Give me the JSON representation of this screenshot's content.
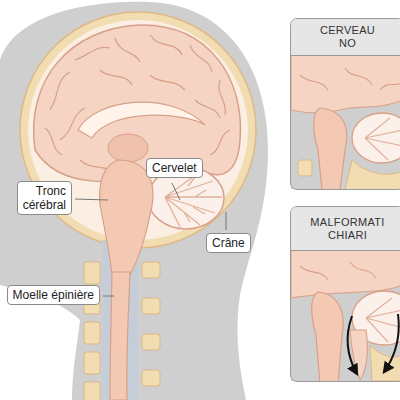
{
  "diagram": {
    "nodes": [
      {
        "text": [
          "Cervelet"
        ]
      },
      {
        "text": [
          "Tronc cérébral"
        ]
      },
      {
        "text": [
          "Crâne"
        ]
      },
      {
        "text": [
          "Moelle épinière"
        ]
      },
      {
        "text": [
          "CERVEAU NO"
        ]
      },
      {
        "text": [
          "MALFORMATI CHIARI"
        ]
      }
    ]
  }
}
